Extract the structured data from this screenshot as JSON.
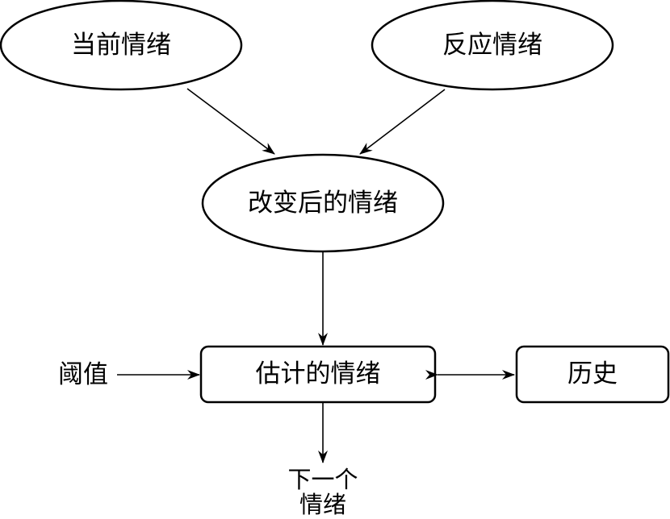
{
  "nodes": {
    "current_emotion": "当前情绪",
    "reaction_emotion": "反应情绪",
    "changed_emotion": "改变后的情绪",
    "estimated_emotion": "估计的情绪",
    "history": "历史"
  },
  "inputs": {
    "threshold": "阈值"
  },
  "output": {
    "line1": "下一个",
    "line2": "情绪"
  },
  "colors": {
    "stroke": "#000000",
    "text": "#000000",
    "background": "#ffffff"
  }
}
